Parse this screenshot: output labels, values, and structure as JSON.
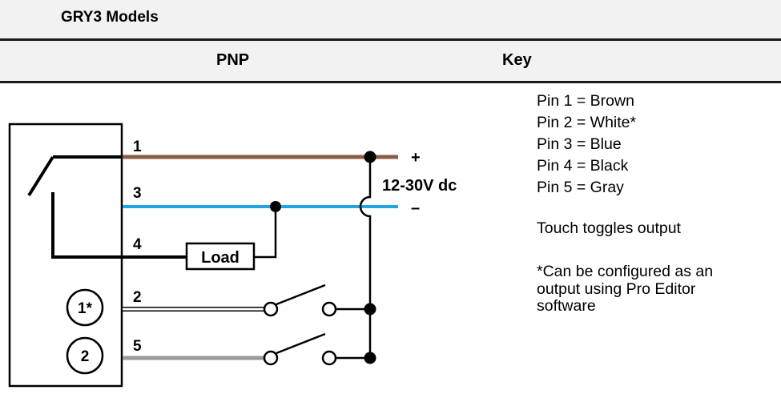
{
  "title": "GRY3 Models",
  "headers": {
    "pnp": "PNP",
    "key": "Key"
  },
  "key": {
    "pins": [
      "Pin 1 = Brown",
      "Pin 2 = White*",
      "Pin 3 = Blue",
      "Pin 4 = Black",
      "Pin 5 = Gray"
    ],
    "note": "Touch toggles output",
    "footnote_lines": [
      "*Can be configured as an",
      "output using Pro Editor",
      "software"
    ]
  },
  "diagram": {
    "wires": [
      {
        "pin": "1",
        "color": "#8b5e44"
      },
      {
        "pin": "3",
        "color": "#1ea7e1"
      },
      {
        "pin": "4",
        "color": "#000000"
      },
      {
        "pin": "2",
        "color": "#ffffff"
      },
      {
        "pin": "5",
        "color": "#9a9a9a"
      }
    ],
    "load_label": "Load",
    "supply_label": "12-30V dc",
    "plus_label": "+",
    "minus_label": "–",
    "inputs": [
      "1*",
      "2"
    ]
  }
}
